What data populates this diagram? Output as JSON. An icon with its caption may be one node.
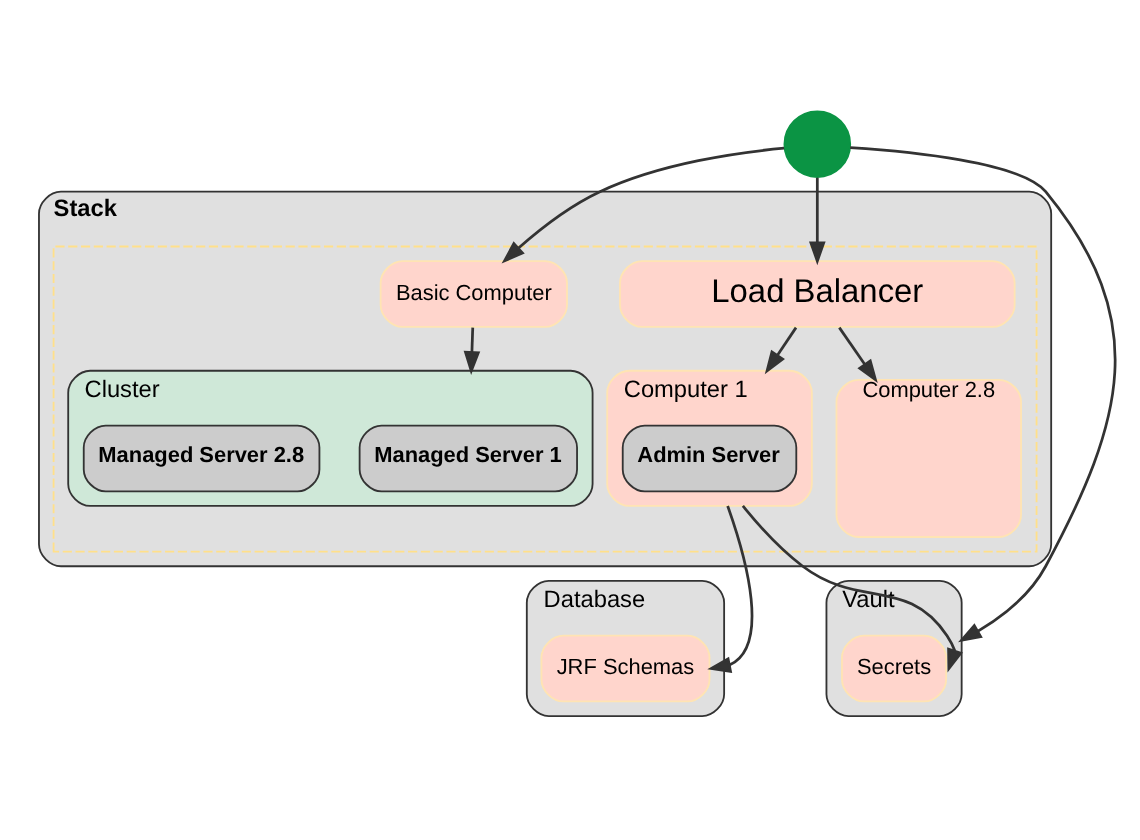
{
  "diagram": {
    "nodes": [
      {
        "text": [],
        "shape": "person"
      },
      {
        "text": [
          "Stack"
        ]
      },
      {
        "text": [],
        "shape": "box",
        "in": 1
      },
      {
        "text": [
          "Load Balancer"
        ],
        "in": 2
      },
      {
        "text": [
          "Basic Computer"
        ],
        "in": 2
      },
      {
        "text": [
          "Computer 1"
        ],
        "in": 2
      },
      {
        "text": [
          "Admin Server"
        ],
        "in": 5
      },
      {
        "text": [
          "Computer 2.8"
        ],
        "in": 2
      },
      {
        "text": [
          "Cluster"
        ],
        "in": 2
      },
      {
        "text": [
          "Managed Server 1"
        ],
        "in": 8
      },
      {
        "text": [
          "Managed Server 2.8"
        ],
        "in": 8
      },
      {
        "text": [
          "Vault"
        ]
      },
      {
        "text": [
          "Secrets"
        ],
        "in": 11
      },
      {
        "text": [
          "Database"
        ]
      },
      {
        "text": [
          "JRF Schemas"
        ],
        "in": 13
      }
    ],
    "edges": [
      {
        "from": 0,
        "to": 11,
        "arrow": "to"
      },
      {
        "from": 0,
        "to": 3,
        "arrow": "to"
      },
      {
        "from": 0,
        "to": 4,
        "arrow": "to"
      },
      {
        "from": 3,
        "to": 5,
        "arrow": "to"
      },
      {
        "from": 3,
        "to": 7,
        "arrow": "to"
      },
      {
        "from": 4,
        "to": 8,
        "arrow": "to"
      },
      {
        "from": 5,
        "to": 12,
        "arrow": "to"
      },
      {
        "from": 5,
        "to": 14,
        "arrow": "to"
      }
    ]
  }
}
